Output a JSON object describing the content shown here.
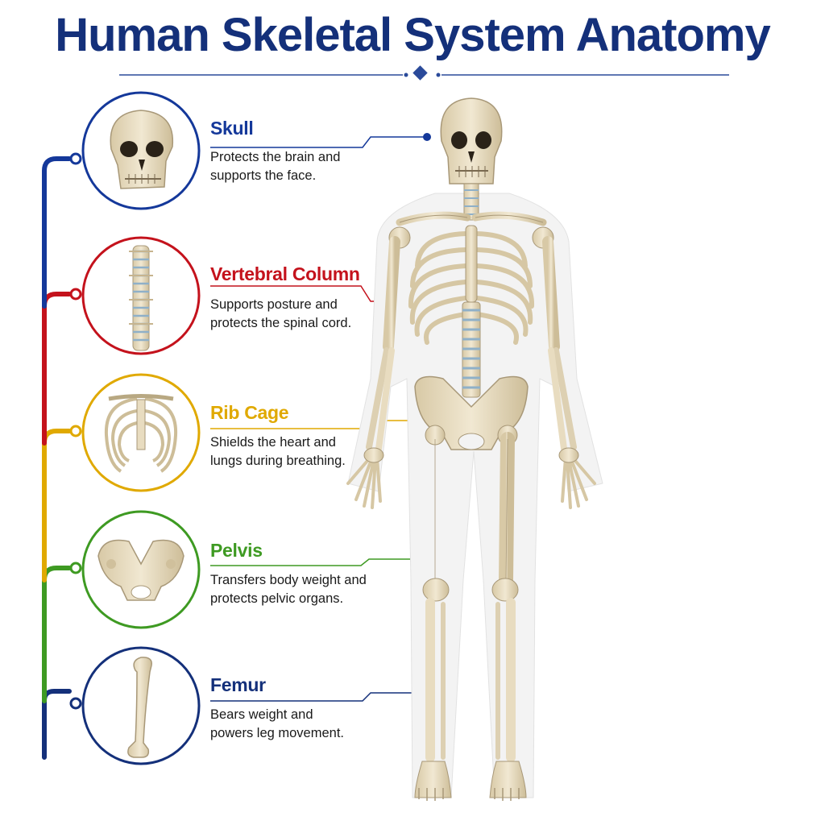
{
  "title": "Human Skeletal System Anatomy",
  "colors": {
    "title": "#14307a",
    "skull": "#14389a",
    "vertebral": "#c4121c",
    "rib": "#e0a900",
    "pelvis": "#3e9a22",
    "femur": "#14307a",
    "bone": "#e8dcc0",
    "bone_edge": "#a89878"
  },
  "parts": [
    {
      "key": "skull",
      "label": "Skull",
      "description_lines": [
        "Protects the brain and",
        "supports the face."
      ],
      "icon": "skull-icon"
    },
    {
      "key": "vertebral",
      "label": "Vertebral Column",
      "description_lines": [
        "Supports posture and",
        "protects the spinal cord."
      ],
      "icon": "vertebral-column-icon"
    },
    {
      "key": "rib",
      "label": "Rib Cage",
      "description_lines": [
        "Shields the heart and",
        "lungs during breathing."
      ],
      "icon": "rib-cage-icon"
    },
    {
      "key": "pelvis",
      "label": "Pelvis",
      "description_lines": [
        "Transfers body weight and",
        "protects pelvic organs."
      ],
      "icon": "pelvis-icon"
    },
    {
      "key": "femur",
      "label": "Femur",
      "description_lines": [
        "Bears weight and",
        "powers leg movement."
      ],
      "icon": "femur-icon"
    }
  ]
}
